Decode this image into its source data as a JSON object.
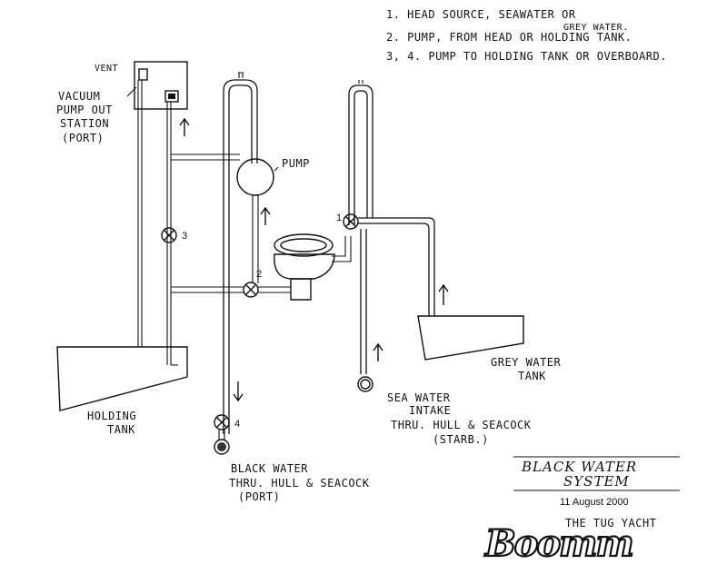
{
  "notes": [
    "1. HEAD SOURCE, SEAWATER OR",
    "GREY WATER.",
    "2. PUMP, FROM HEAD OR HOLDING TANK.",
    "3, 4. PUMP TO HOLDING TANK OR OVERBOARD."
  ],
  "labels": {
    "vent": "VENT",
    "vacuum_1": "VACUUM",
    "vacuum_2": "PUMP OUT",
    "vacuum_3": "STATION",
    "vacuum_4": "(PORT)",
    "pump": "PUMP",
    "holding_1": "HOLDING",
    "holding_2": "TANK",
    "grey_1": "GREY WATER",
    "grey_2": "TANK",
    "sea_1": "SEA WATER",
    "sea_2": "INTAKE",
    "sea_3": "THRU. HULL & SEACOCK",
    "sea_4": "(STARB.)",
    "black_1": "BLACK WATER",
    "black_2": "THRU. HULL & SEACOCK",
    "black_3": "(PORT)"
  },
  "valves": {
    "v1": "1",
    "v2": "2",
    "v3": "3",
    "v4": "4"
  },
  "title_block": {
    "title_1": "BLACK WATER",
    "title_2": "SYSTEM",
    "date": "11 August 2000",
    "tagline": "THE TUG YACHT",
    "logo": "Boomm"
  }
}
